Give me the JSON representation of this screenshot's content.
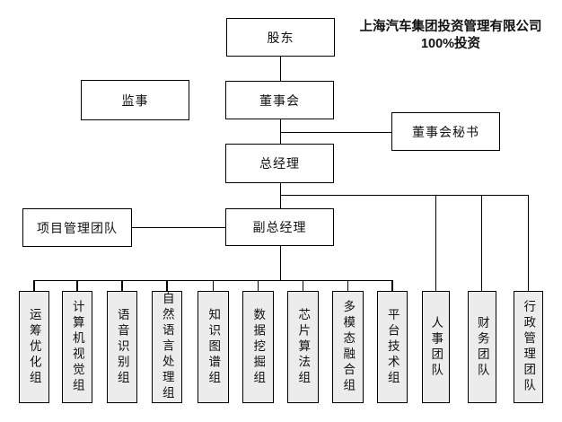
{
  "annotation": {
    "line1": "上海汽车集团投资管理有限公司",
    "line2": "100%投资"
  },
  "nodes": {
    "shareholder": "股东",
    "supervisor": "监事",
    "board": "董事会",
    "board_secretary": "董事会秘书",
    "general_manager": "总经理",
    "deputy_general_manager": "副总经理",
    "project_management_team": "项目管理团队"
  },
  "tech_groups": [
    {
      "label": "运筹优化组"
    },
    {
      "label": "计算机视觉组"
    },
    {
      "label": "语音识别组"
    },
    {
      "label": "自然语言处理组"
    },
    {
      "label": "知识图谱组"
    },
    {
      "label": "数据挖掘组"
    },
    {
      "label": "芯片算法组"
    },
    {
      "label": "多模态融合组"
    },
    {
      "label": "平台技术组"
    }
  ],
  "support_teams": [
    {
      "label": "人事团队"
    },
    {
      "label": "财务团队"
    },
    {
      "label": "行政管理团队"
    }
  ],
  "colors": {
    "background": "#ffffff",
    "box_border": "#000000",
    "group_fill": "#ececec"
  }
}
